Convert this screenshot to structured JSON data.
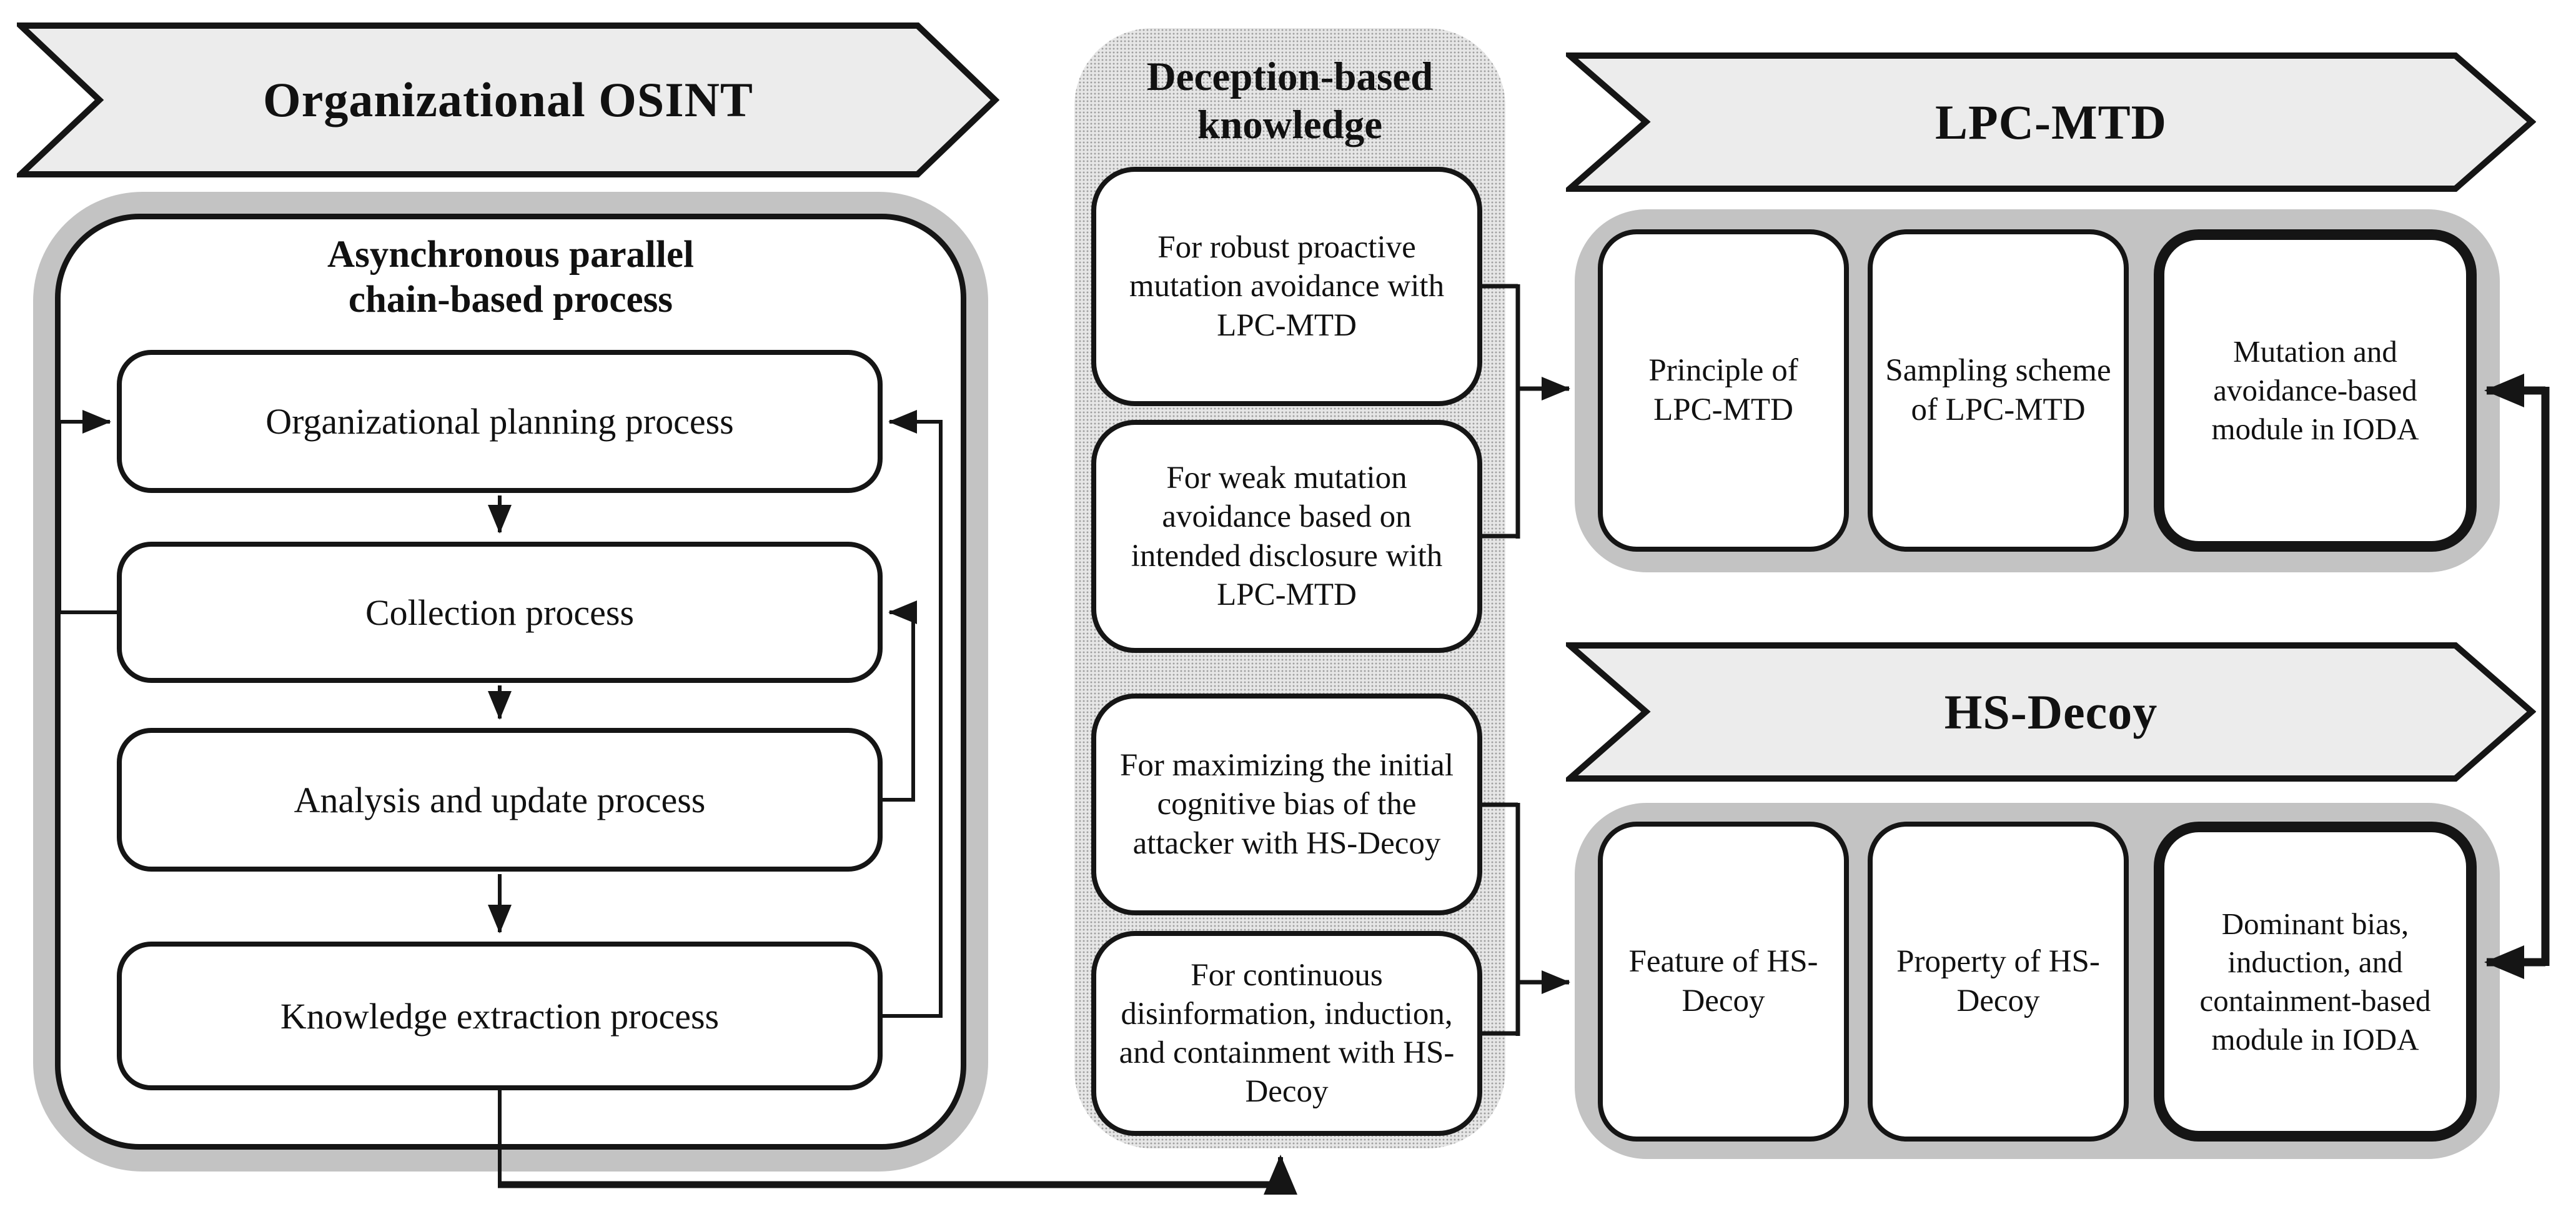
{
  "banners": {
    "osint": {
      "label": "Organizational OSINT"
    },
    "lpc": {
      "label": "LPC-MTD"
    },
    "hs": {
      "label": "HS-Decoy"
    }
  },
  "osint_panel": {
    "title": {
      "line1": "Asynchronous parallel",
      "line2": "chain-based process"
    },
    "process_boxes": [
      {
        "label": "Organizational planning process"
      },
      {
        "label": "Collection process"
      },
      {
        "label": "Analysis and update process"
      },
      {
        "label": "Knowledge extraction process"
      }
    ]
  },
  "deception_panel": {
    "title": {
      "line1": "Deception-based",
      "line2": "knowledge"
    },
    "knowledge_boxes": [
      {
        "label": "For robust proactive mutation avoidance with LPC-MTD"
      },
      {
        "label": "For weak mutation avoidance based on intended disclosure with LPC-MTD"
      },
      {
        "label": "For maximizing the initial cognitive bias of the attacker with HS-Decoy"
      },
      {
        "label": "For continuous disinformation, induction, and containment with HS-Decoy"
      }
    ]
  },
  "lpc_panel": {
    "boxes": [
      {
        "label": "Principle of LPC-MTD"
      },
      {
        "label": "Sampling scheme of LPC-MTD"
      },
      {
        "label": "Mutation and avoidance-based module in IODA"
      }
    ]
  },
  "hs_panel": {
    "boxes": [
      {
        "label": "Feature of HS-Decoy"
      },
      {
        "label": "Property of HS-Decoy"
      },
      {
        "label": "Dominant bias, induction, and containment-based module in IODA"
      }
    ]
  },
  "colors": {
    "line": "#151515",
    "banner_fill": "#ececec",
    "group_fill": "#c3c3c3",
    "box_fill": "#ffffff"
  }
}
